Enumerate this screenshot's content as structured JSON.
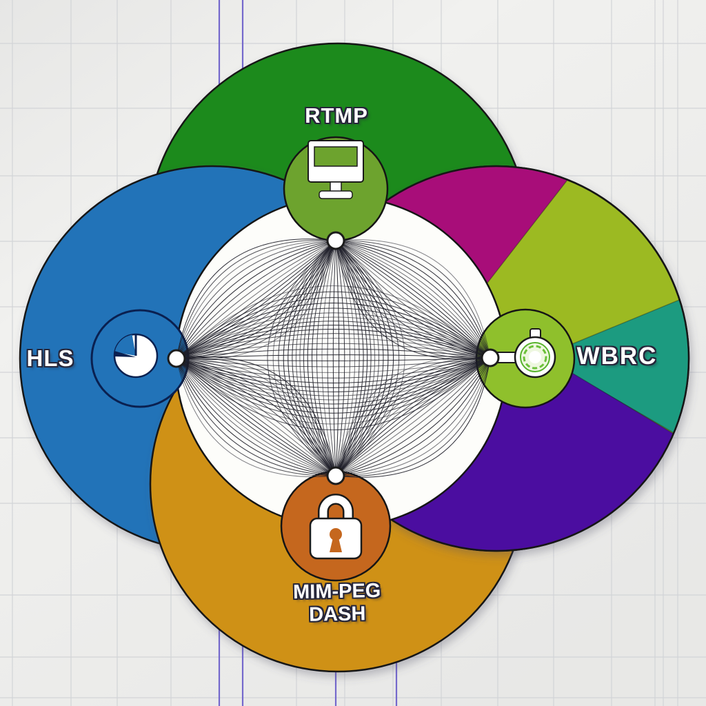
{
  "protocols": {
    "top": {
      "label": "RTMP",
      "icon": "monitor-icon"
    },
    "left": {
      "label": "HLS",
      "icon": "pie-chart-icon"
    },
    "right": {
      "label": "WBRC",
      "icon": "globe-magnifier-icon"
    },
    "bottom": {
      "label_line1": "MIM-PEG",
      "label_line2": "DASH",
      "icon": "lock-icon"
    }
  },
  "colors": {
    "background": "#f1f1ef",
    "grid_line": "#d2d4d7",
    "accent_line": "#7468cc",
    "petal_top_green": "#1b8a1b",
    "petal_left_blue": "#2273b8",
    "petal_bottom_amber": "#cf9116",
    "petal_right_yellow_green": "#9cba22",
    "petal_right_magenta": "#a81179",
    "petal_right_teal": "#1d9b80",
    "petal_right_purple": "#4c0fa0",
    "icon_circle_top": "#6da32e",
    "icon_circle_left": "#2273b8",
    "icon_circle_right": "#8fc02c",
    "icon_circle_bottom": "#c5671e",
    "center_circle": "#fdfdfa",
    "mesh_line": "#1d1d28",
    "outline": "#151515",
    "label_text": "#ffffff"
  }
}
